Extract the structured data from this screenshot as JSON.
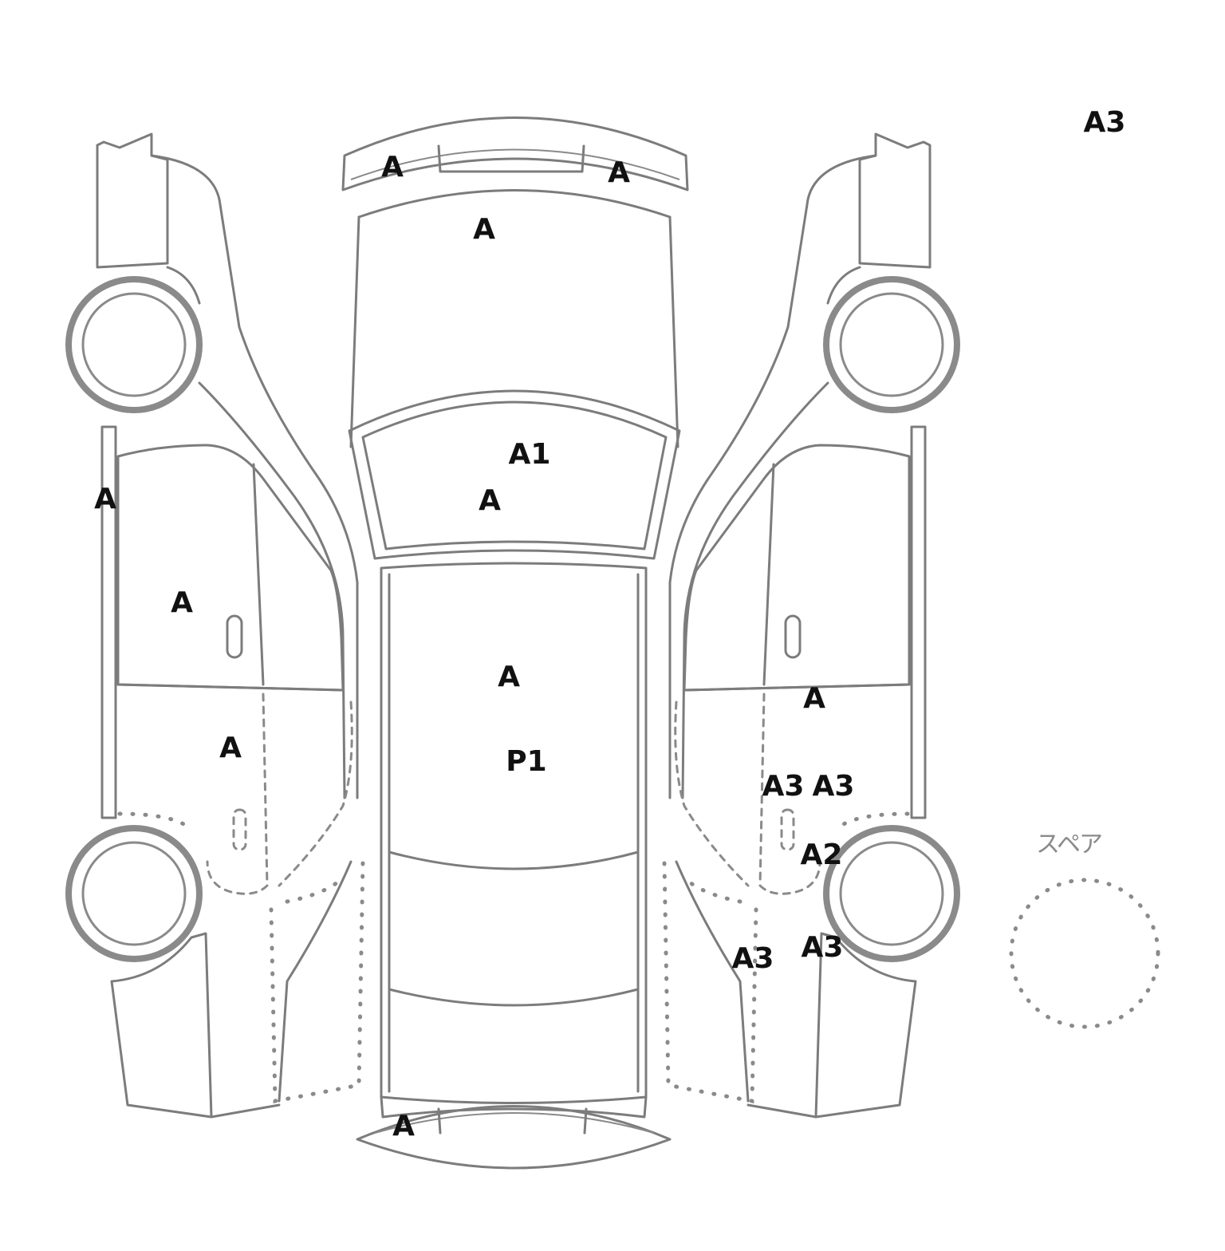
{
  "spare_label": "スペア",
  "markers": {
    "m01": "A3",
    "m02": "A",
    "m03": "A",
    "m04": "A",
    "m05": "A1",
    "m06": "A",
    "m07": "A",
    "m08": "A",
    "m09": "A",
    "m10": "A",
    "m11": "P1",
    "m12": "A",
    "m13": "A3",
    "m14": "A3",
    "m15": "A2",
    "m16": "A3",
    "m17": "A3",
    "m18": "A"
  }
}
